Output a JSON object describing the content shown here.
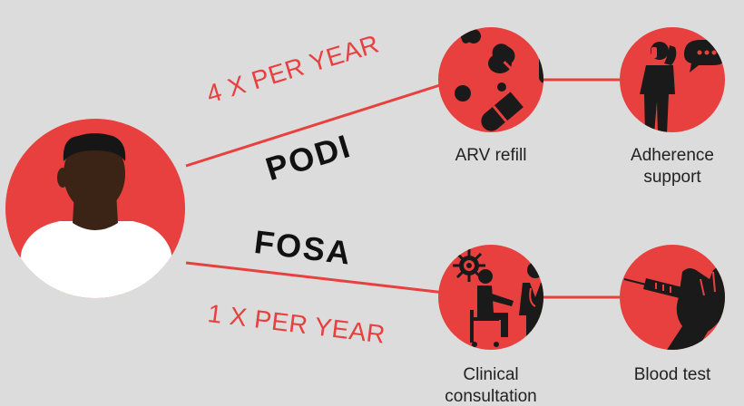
{
  "colors": {
    "background": "#dcdcdc",
    "accent_red": "#e8403e",
    "icon_dark": "#1a1a1a",
    "skin": "#3b2416"
  },
  "patient": {
    "icon": "person-avatar-icon"
  },
  "routes": [
    {
      "mode": "PODI",
      "frequency": "4 X PER YEAR",
      "services": [
        {
          "label": "ARV refill",
          "icon": "pills-icon"
        },
        {
          "label": "Adherence support",
          "label_lines": [
            "Adherence",
            "support"
          ],
          "icon": "phone-call-icon"
        }
      ]
    },
    {
      "mode": "FOSA",
      "frequency": "1 X PER YEAR",
      "services": [
        {
          "label": "Clinical consultation",
          "label_lines": [
            "Clinical",
            "consultation"
          ],
          "icon": "doctor-consultation-icon"
        },
        {
          "label": "Blood test",
          "icon": "syringe-icon"
        }
      ]
    }
  ]
}
